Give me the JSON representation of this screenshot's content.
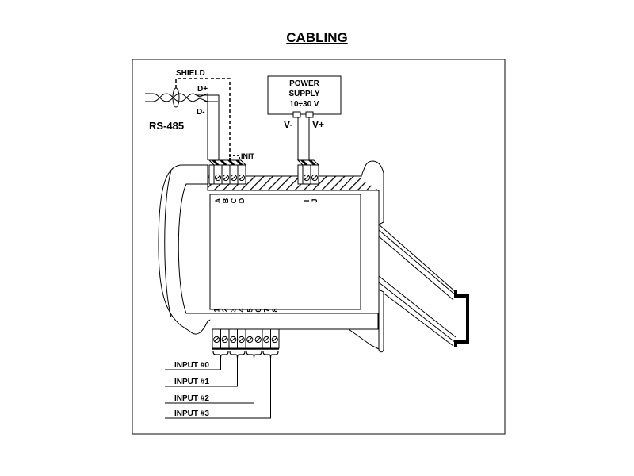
{
  "title": "CABLING",
  "rs485": {
    "label": "RS-485",
    "shield_label": "SHIELD",
    "d_plus_label": "D+",
    "d_minus_label": "D-",
    "init_label": "INIT"
  },
  "power_supply": {
    "line1": "POWER",
    "line2": "SUPPLY",
    "line3": "10÷30 V",
    "v_minus_label": "V-",
    "v_plus_label": "V+"
  },
  "top_terminals": {
    "group1": [
      "A",
      "B",
      "C",
      "D"
    ],
    "group2": [
      "I",
      "J"
    ]
  },
  "bottom_terminals": [
    "1",
    "2",
    "3",
    "4",
    "5",
    "6",
    "7",
    "8"
  ],
  "inputs": [
    "INPUT #0",
    "INPUT #1",
    "INPUT #2",
    "INPUT #3"
  ]
}
